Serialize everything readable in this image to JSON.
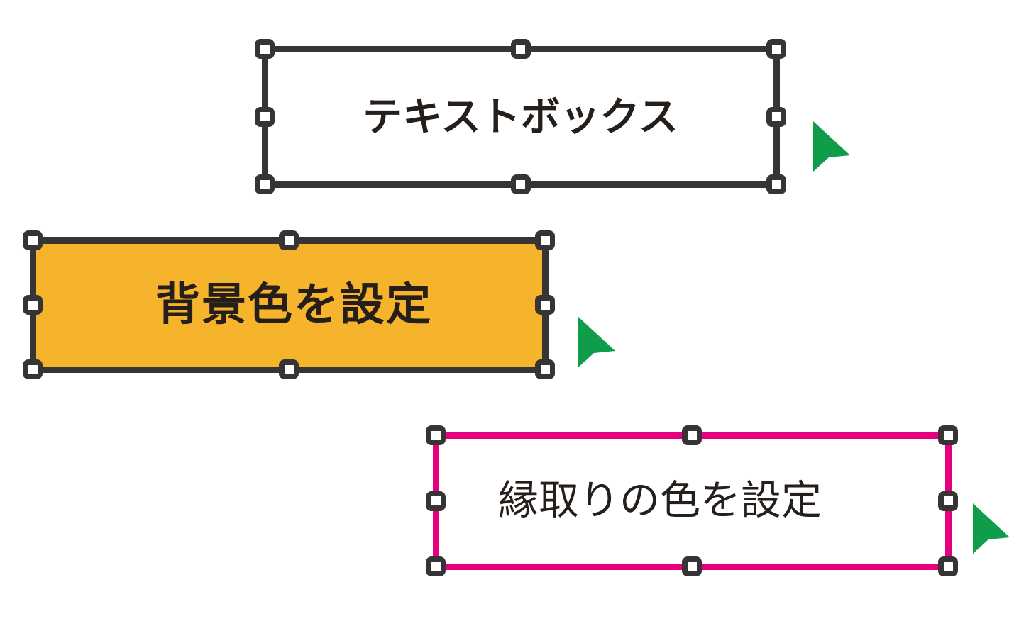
{
  "illustration": {
    "background_color": "#ffffff",
    "boxes": [
      {
        "name": "plain-textbox",
        "label": "テキストボックス",
        "border_color": "#373435",
        "fill_color": "transparent",
        "text_color": "#251e1b",
        "handle_count": 8
      },
      {
        "name": "background-color-textbox",
        "label": "背景色を設定",
        "border_color": "#373435",
        "fill_color": "#f6b42d",
        "text_color": "#251e1b",
        "handle_count": 8
      },
      {
        "name": "border-color-textbox",
        "label": "縁取りの色を設定",
        "border_color": "#e6007e",
        "fill_color": "transparent",
        "text_color": "#251e1b",
        "handle_count": 8
      }
    ],
    "selection_handle": {
      "outer_color": "#373435",
      "inner_color": "#ffffff"
    },
    "cursor": {
      "color": "#0f9d4a",
      "count": 3
    }
  }
}
